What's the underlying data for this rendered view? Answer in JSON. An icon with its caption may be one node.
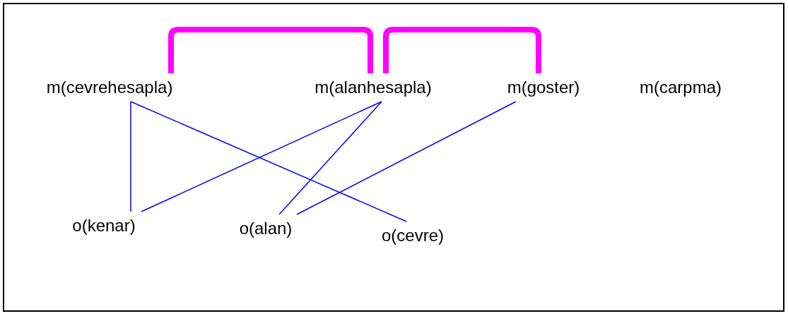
{
  "diagram": {
    "nodes": [
      {
        "text": [
          "m(cevrehesapla)"
        ]
      },
      {
        "text": [
          "m(alanhesapla)"
        ]
      },
      {
        "text": [
          "m(goster)"
        ]
      },
      {
        "text": [
          "m(carpma)"
        ]
      },
      {
        "text": [
          "o(kenar)"
        ]
      },
      {
        "text": [
          "o(alan)"
        ]
      },
      {
        "text": [
          "o(cevre)"
        ]
      }
    ],
    "edges": [
      {
        "from": 0,
        "to": 1,
        "arrow": "none",
        "style": "thick",
        "color": "#ff00ff"
      },
      {
        "from": 1,
        "to": 2,
        "arrow": "none",
        "style": "thick",
        "color": "#ff00ff"
      },
      {
        "from": 0,
        "to": 4,
        "arrow": "none"
      },
      {
        "from": 0,
        "to": 6,
        "arrow": "none"
      },
      {
        "from": 1,
        "to": 4,
        "arrow": "none"
      },
      {
        "from": 1,
        "to": 5,
        "arrow": "none"
      },
      {
        "from": 2,
        "to": 5,
        "arrow": "none"
      }
    ]
  }
}
